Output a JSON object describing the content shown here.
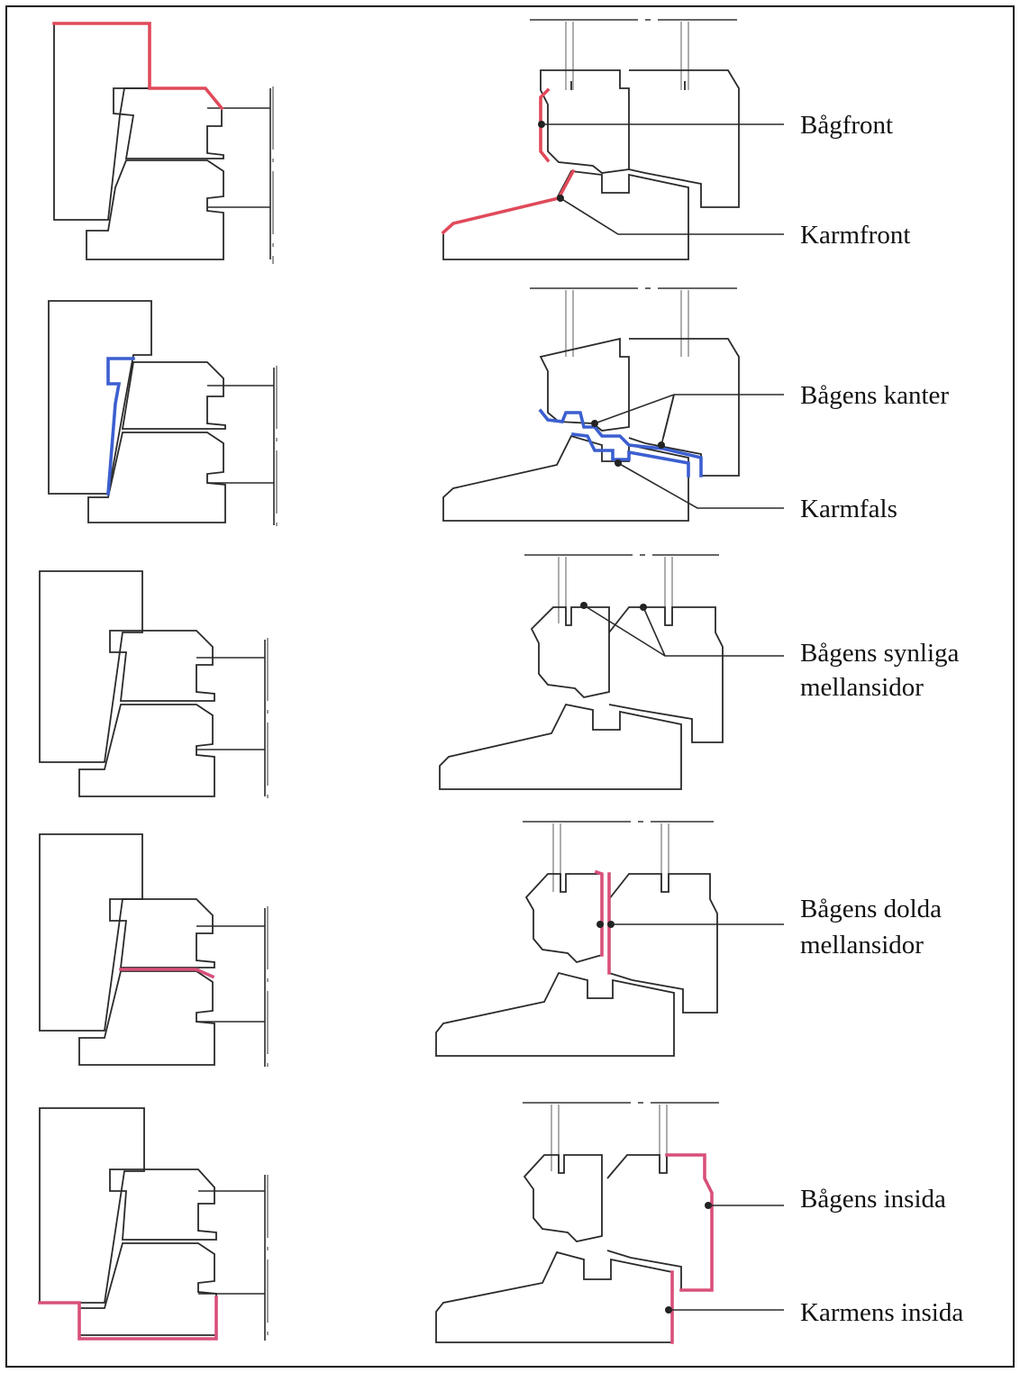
{
  "colors": {
    "red": "#e04a5a",
    "blue": "#3c5fd0",
    "pink": "#d8507a",
    "line": "#2a2a2a"
  },
  "labels": {
    "bagfront": "Bågfront",
    "karmfront": "Karmfront",
    "bagens_kanter": "Bågens kanter",
    "karmfals": "Karmfals",
    "synliga_line1": "Bågens synliga",
    "synliga_line2": "mellansidor",
    "dolda_line1": "Bågens dolda",
    "dolda_line2": "mellansidor",
    "bagens_insida": "Bågens insida",
    "karmens_insida": "Karmens insida"
  }
}
